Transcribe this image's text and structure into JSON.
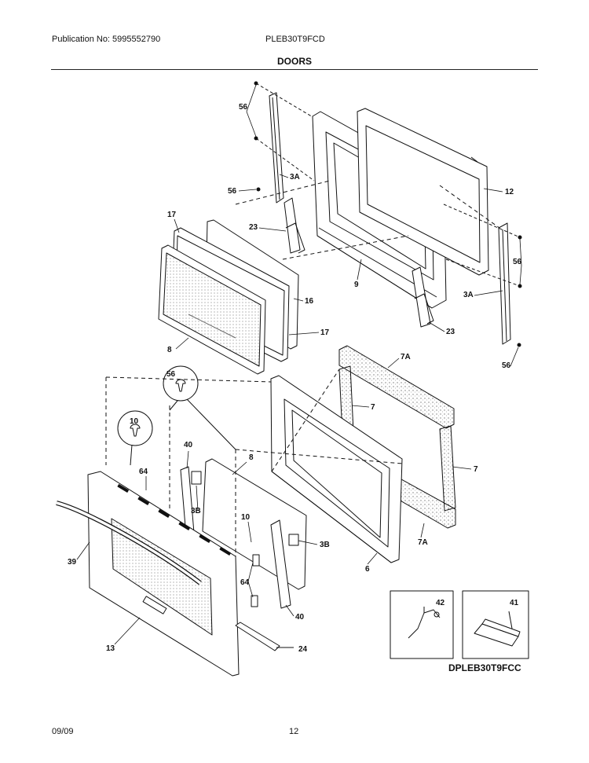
{
  "header": {
    "publication": "Publication No: 5995552790",
    "model": "PLEB30T9FCD",
    "section": "DOORS"
  },
  "footer": {
    "date": "09/09",
    "page": "12"
  },
  "diagram_code": "DPLEB30T9FCC",
  "callouts": {
    "p56a": "56",
    "p56b": "56",
    "p56c": "56",
    "p56d": "56",
    "p56e": "56",
    "p3a_l": "3A",
    "p3a_r": "3A",
    "p12": "12",
    "p17a": "17",
    "p17b": "17",
    "p23a": "23",
    "p23b": "23",
    "p16": "16",
    "p9": "9",
    "p8a": "8",
    "p8b": "8",
    "p7a_t": "7A",
    "p7a_b": "7A",
    "p7a": "7",
    "p7b": "7",
    "p10a": "10",
    "p10b": "10",
    "p40a": "40",
    "p40b": "40",
    "p64a": "64",
    "p64b": "64",
    "p3b_a": "3B",
    "p3b_b": "3B",
    "p39": "39",
    "p13": "13",
    "p24": "24",
    "p6": "6",
    "p42": "42",
    "p41": "41"
  }
}
